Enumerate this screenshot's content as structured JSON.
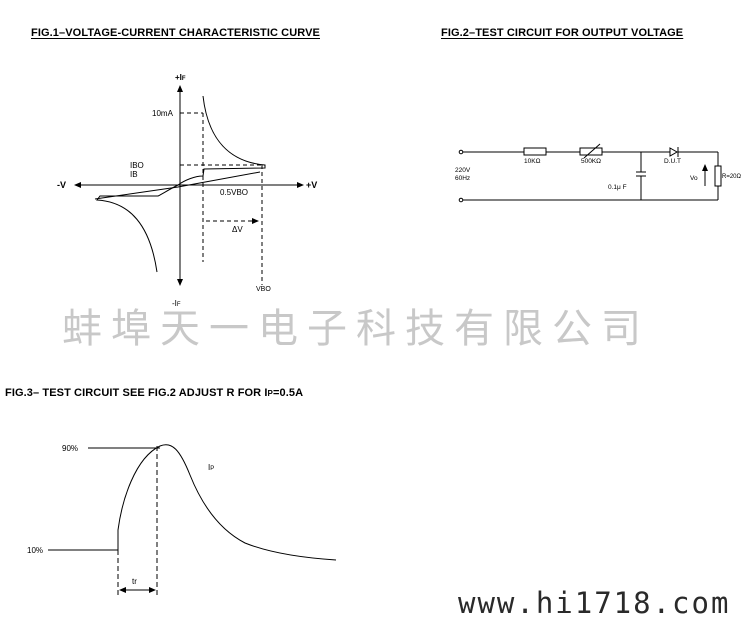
{
  "fig1": {
    "title": "FIG.1–VOLTAGE-CURRENT CHARACTERISTIC CURVE",
    "labels": {
      "plus_i": "+I",
      "plus_i_sub": "F",
      "minus_i": "-I",
      "minus_i_sub": "F",
      "minus_v": "-V",
      "plus_v": "+V",
      "ten_ma": "10mA",
      "ibo": "IBO",
      "ib": "IB",
      "half_vbo": "0.5VBO",
      "delta_v": "ΔV",
      "vbo": "VBO"
    }
  },
  "fig2": {
    "title": "FIG.2–TEST CIRCUIT FOR OUTPUT VOLTAGE",
    "labels": {
      "source_v": "220V",
      "source_hz": "60Hz",
      "r1": "10KΩ",
      "r2": "500KΩ",
      "dut": "D.U.T",
      "cap": "0.1μ F",
      "vo": "Vo",
      "rload": "R=20Ω"
    }
  },
  "fig3": {
    "title_pre": "FIG.3– TEST CIRCUIT SEE FIG.2 ADJUST R FOR I",
    "title_sub": "P",
    "title_post": "=0.5A",
    "labels": {
      "p90": "90%",
      "p10": "10%",
      "ip": "I",
      "ip_sub": "P",
      "tr": "tr"
    }
  },
  "watermark": {
    "company": "蚌埠天一电子科技有限公司",
    "site": "www.hi1718.com"
  }
}
